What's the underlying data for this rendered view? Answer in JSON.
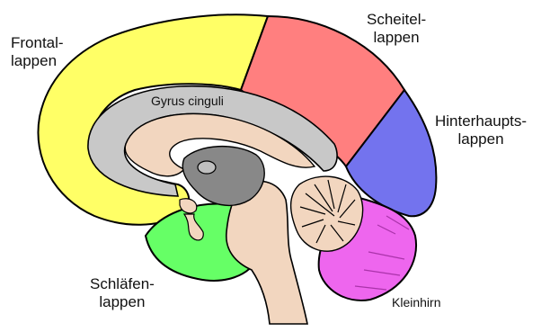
{
  "labels": {
    "frontal": [
      "Frontal-",
      "lappen"
    ],
    "scheitel": [
      "Scheitel-",
      "lappen"
    ],
    "hinterhaupt": [
      "Hinterhaupts-",
      "lappen"
    ],
    "schlaefen": [
      "Schläfen-",
      "lappen"
    ],
    "gyrus": "Gyrus cinguli",
    "kleinhirn": "Kleinhirn"
  },
  "colors": {
    "frontal_lobe": "#ffff66",
    "parietal_lobe": "#ff7f7f",
    "occipital_lobe": "#7373ee",
    "temporal_lobe": "#66ff66",
    "cerebellum": "#ee66ee",
    "cingulate_gyrus": "#c8c8c8",
    "inner_structures": "#f2d6bf",
    "thalamus": "#888888"
  }
}
